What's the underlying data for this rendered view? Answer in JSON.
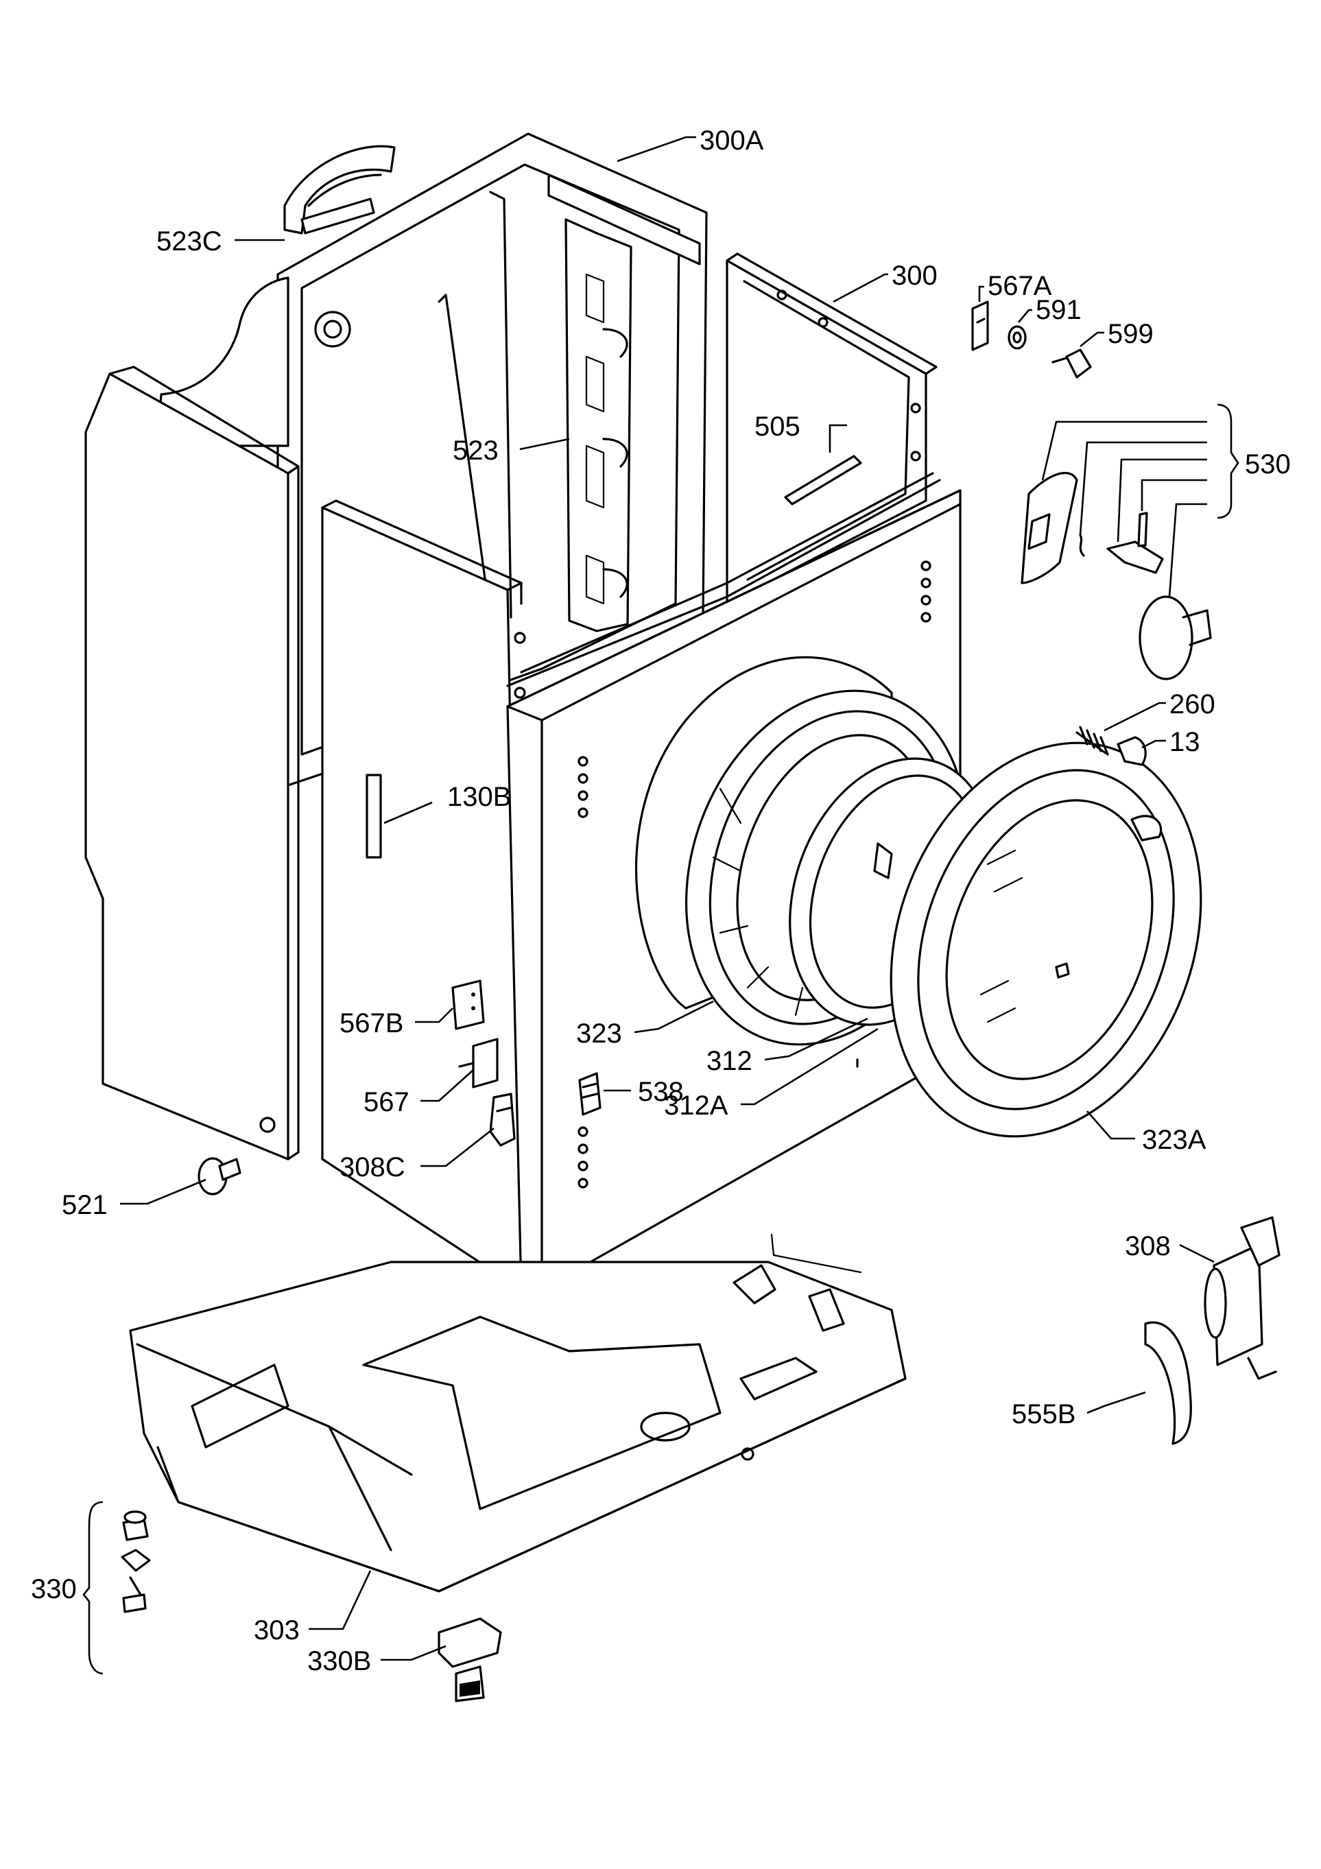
{
  "labels": {
    "l300A": "300A",
    "l523C": "523C",
    "l300": "300",
    "l567A": "567A",
    "l591": "591",
    "l599": "599",
    "l530": "530",
    "l523": "523",
    "l505": "505",
    "l260": "260",
    "l13": "13",
    "l130B": "130B",
    "l567B": "567B",
    "l567": "567",
    "l308C": "308C",
    "l521": "521",
    "l323": "323",
    "l312": "312",
    "l538": "538",
    "l312A": "312A",
    "l323A": "323A",
    "l308": "308",
    "l555B": "555B",
    "l330": "330",
    "l303": "303",
    "l330B": "330B"
  }
}
